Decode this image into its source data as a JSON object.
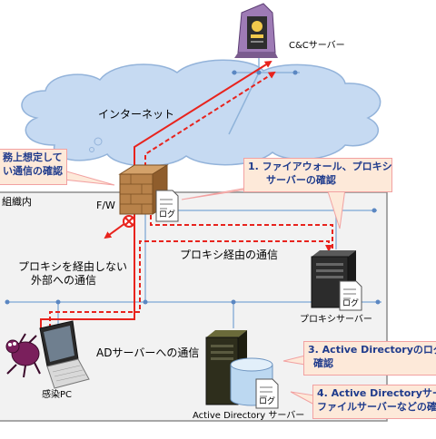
{
  "colors": {
    "cloud": "#c6daf2",
    "cloud_border": "#93b3da",
    "network_line": "#8fb3d9",
    "traffic_red": "#e8231d",
    "callout_fill": "#fde9d9",
    "callout_border": "#f2a1a1",
    "callout_text": "#1f3b8c",
    "firewall_box": "#b8824a",
    "server_dark": "#2c2c2c",
    "db_cylinder": "#bcd8f1"
  },
  "labels": {
    "cnc_server": "C&Cサーバー",
    "internet": "インターネット",
    "firewall": "F/W",
    "org_internal": "組織内",
    "log": "ログ",
    "proxy_server": "プロキシサーバー",
    "infected_pc": "感染PC",
    "ad_server": "Active Directory サーバー",
    "direct_traffic_line1": "プロキシを経由しない",
    "direct_traffic_line2": "外部への通信",
    "proxy_traffic": "プロキシ経由の通信",
    "ad_traffic": "ADサーバーへの通信"
  },
  "callouts": {
    "left_partial_line1": "務上想定して",
    "left_partial_line2": "い通信の確認",
    "step1_line1": "1. ファイアウォール、プロキシ",
    "step1_line2": "サーバーの確認",
    "step3_line1": "3. Active Directoryのログの",
    "step3_line2": "確認",
    "step4_line1": "4. Active Directoryサーバ",
    "step4_line2": "ファイルサーバーなどの確"
  },
  "icons": [
    "cnc-server-icon",
    "firewall-icon",
    "blocked-icon",
    "proxy-server-icon",
    "infected-pc-icon",
    "bug-icon",
    "ad-server-icon",
    "database-icon",
    "log-document-icon"
  ]
}
